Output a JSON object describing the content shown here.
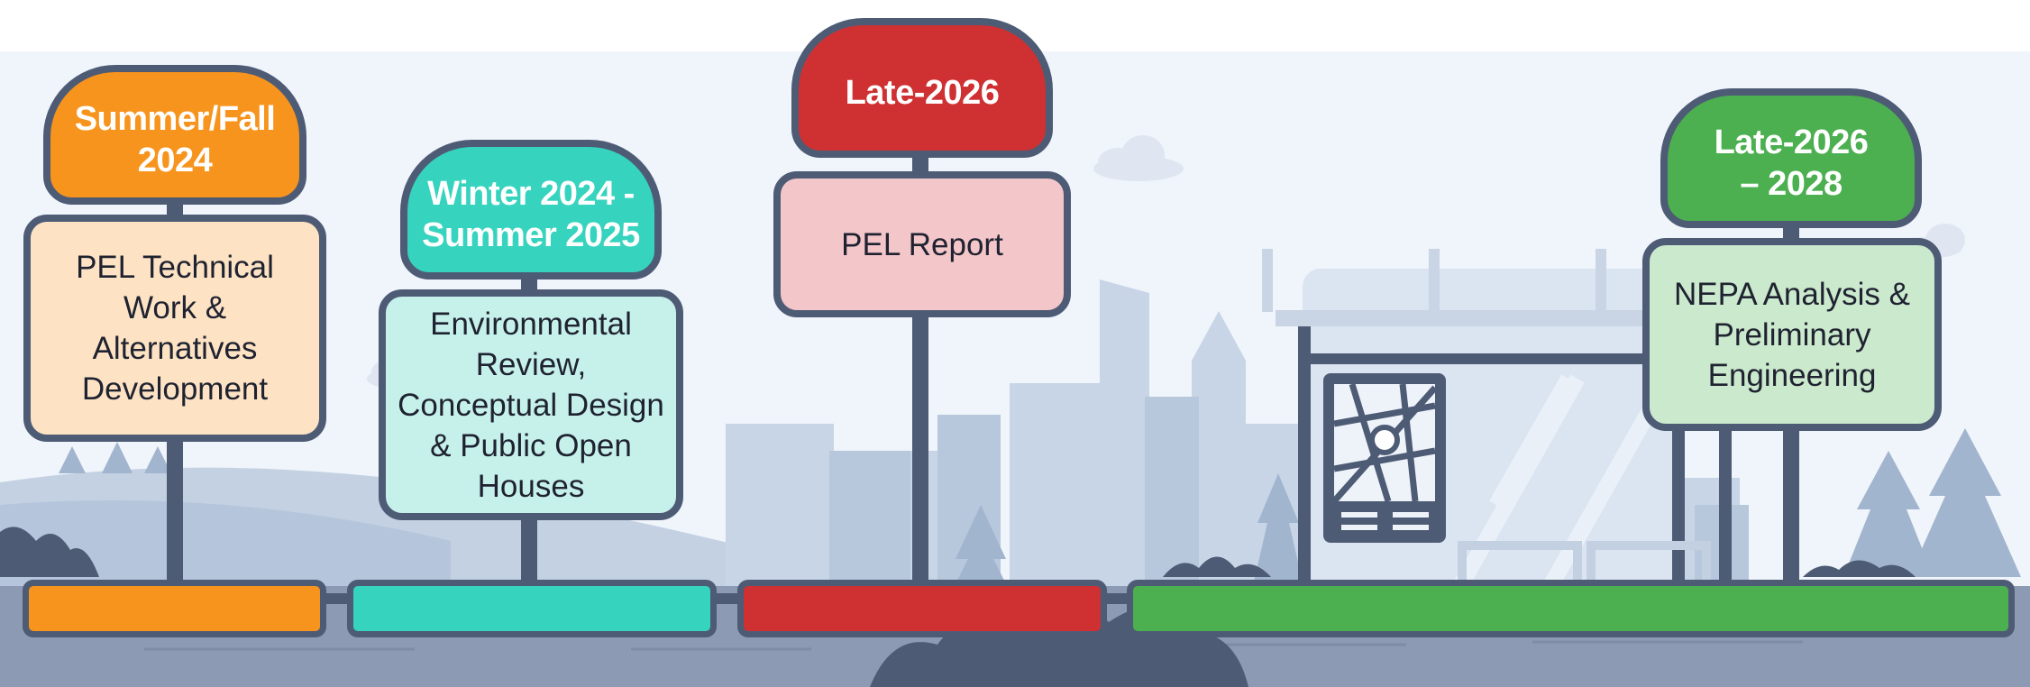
{
  "colors": {
    "outline": "#4e5b75",
    "orange": "#f7941d",
    "teal": "#36d3be",
    "red": "#cf3133",
    "green": "#4caf50",
    "orange_light": "#fde3c4",
    "teal_light": "#c6f1eb",
    "red_light": "#f3c6c9",
    "green_light": "#cbe9cd"
  },
  "icons": {
    "background": "city-skyline-illustration",
    "shelter": "bus-shelter-icon",
    "map": "map-icon"
  },
  "milestones": [
    {
      "date": "Summer/Fall\n2024",
      "label": "PEL Technical Work & Alternatives Development"
    },
    {
      "date": "Winter 2024 -\nSummer 2025",
      "label": "Environmental Review, Conceptual Design & Public Open Houses"
    },
    {
      "date": "Late-2026",
      "label": "PEL Report"
    },
    {
      "date": "Late-2026\n– 2028",
      "label": "NEPA Analysis & Preliminary Engineering"
    }
  ]
}
